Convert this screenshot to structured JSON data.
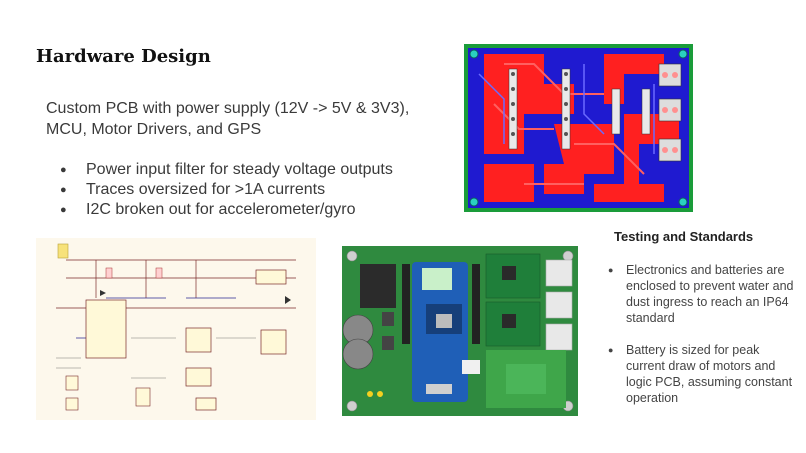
{
  "slide": {
    "title": "Hardware Design",
    "intro": "Custom PCB with power supply (12V -> 5V & 3V3), MCU, Motor Drivers, and GPS",
    "bullets": [
      "Power input filter for steady voltage outputs",
      "Traces oversized for >1A currents",
      "I2C broken out for accelerometer/gyro"
    ],
    "standards": {
      "title": "Testing and Standards",
      "items": [
        "Electronics and batteries are enclosed to prevent water and dust ingress to reach an IP64 standard",
        "Battery is sized for peak current draw of motors and logic PCB, assuming constant operation"
      ]
    }
  },
  "colors": {
    "pcb_board": "#1a9c3a",
    "pcb_trace_red": "#ff2020",
    "pcb_trace_blue": "#1c22c8",
    "render_board": "#2f8a3f",
    "mcu_module": "#1f5fb7",
    "schematic_bg": "#fdf8ec"
  },
  "images": {
    "pcb_layout": "pcb-layout-render",
    "schematic": "circuit-schematic",
    "render3d": "pcb-3d-render"
  }
}
